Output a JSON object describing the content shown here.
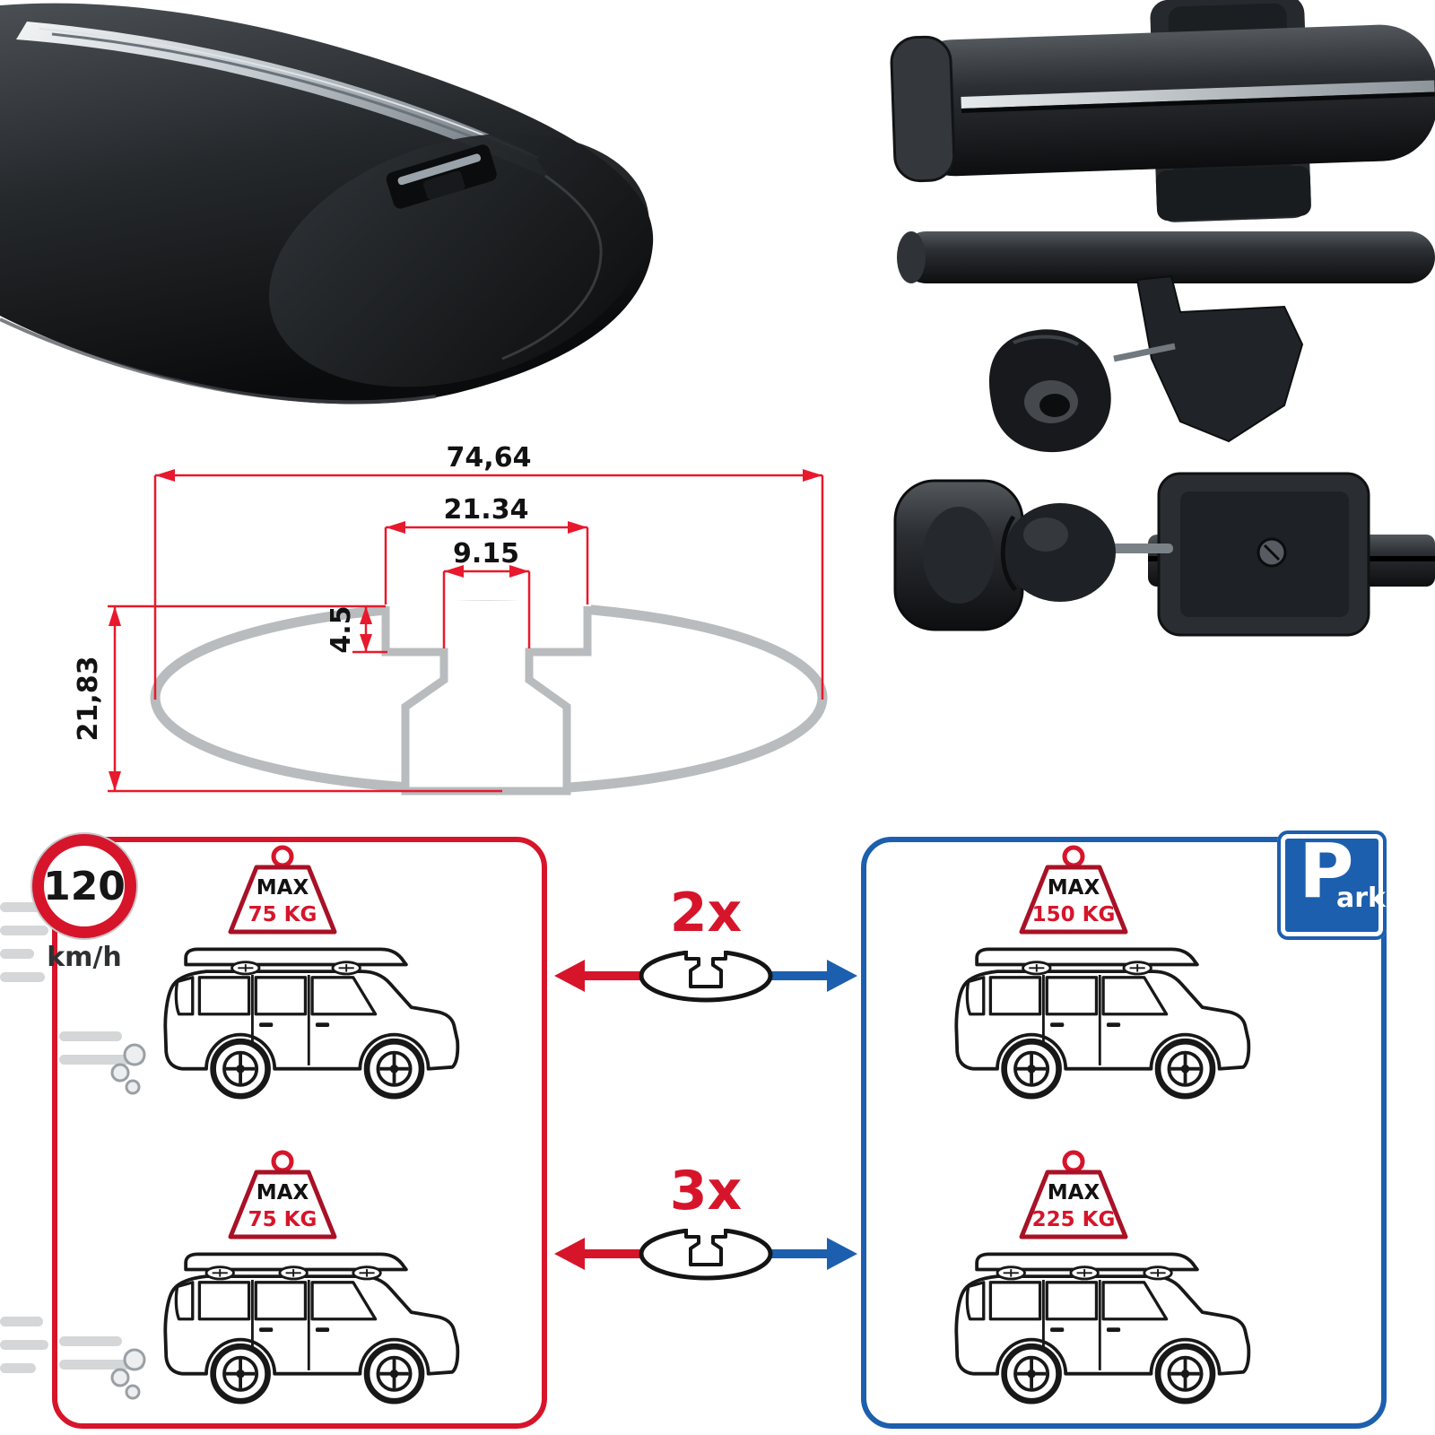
{
  "colors": {
    "red": "#d6152b",
    "blue": "#1c5fae",
    "dim-red": "#e8192c",
    "tag-outline": "#a81126",
    "profile-gray": "#b9bcbe"
  },
  "dimension_diagram": {
    "total_width": "74,64",
    "channel_width": "21.34",
    "slot_width": "9.15",
    "slot_depth": "4.5",
    "total_height": "21,83"
  },
  "speed_sign": {
    "value": "120",
    "unit": "km/h"
  },
  "parking_sign": {
    "letter": "P",
    "suffix": "ark"
  },
  "driving_panel": {
    "cars": [
      {
        "tag_title": "MAX",
        "tag_value": "75 KG",
        "crossbars": 2
      },
      {
        "tag_title": "MAX",
        "tag_value": "75 KG",
        "crossbars": 3
      }
    ]
  },
  "parked_panel": {
    "cars": [
      {
        "tag_title": "MAX",
        "tag_value": "150 KG",
        "crossbars": 2
      },
      {
        "tag_title": "MAX",
        "tag_value": "225 KG",
        "crossbars": 3
      }
    ]
  },
  "multipliers": [
    {
      "label": "2x"
    },
    {
      "label": "3x"
    }
  ]
}
